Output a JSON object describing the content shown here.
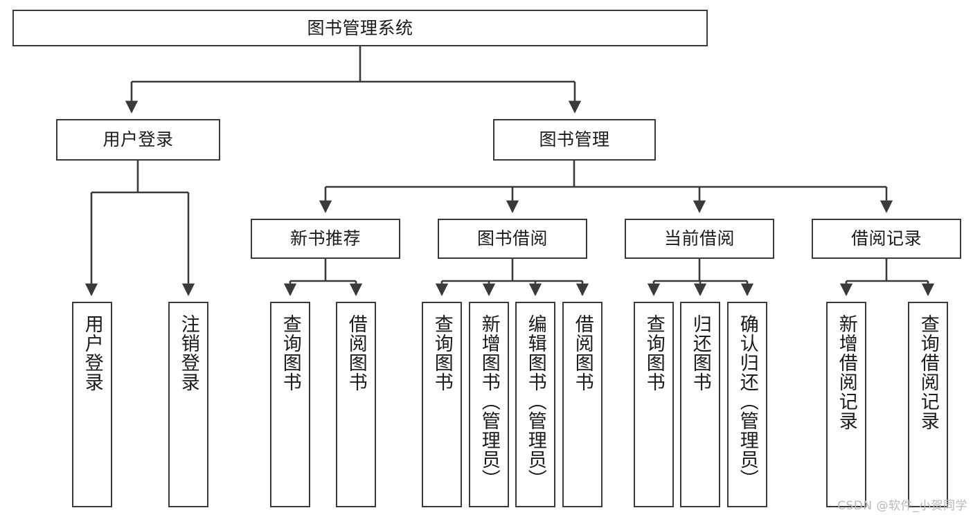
{
  "diagram": {
    "type": "tree-hierarchy",
    "title": "图书管理系统",
    "orientation": "top-down",
    "connector_color": "#3a3a3a",
    "box_border_color": "#3a3a3a",
    "box_fill_color": "#ffffff",
    "text_color": "#1a1a1a",
    "background_color": "#ffffff"
  },
  "watermark": {
    "text": "CSDN @软件_小贺同学",
    "color": "#b9b9b9"
  },
  "nodes": {
    "root": {
      "label": "图书管理系统",
      "level": 1
    },
    "l2": [
      {
        "id": "user-login",
        "label": "用户登录"
      },
      {
        "id": "book-manage",
        "label": "图书管理"
      }
    ],
    "l3": [
      {
        "id": "new-book-recommend",
        "label": "新书推荐"
      },
      {
        "id": "book-borrow",
        "label": "图书借阅"
      },
      {
        "id": "current-borrow",
        "label": "当前借阅"
      },
      {
        "id": "borrow-record",
        "label": "借阅记录"
      }
    ],
    "leaves": [
      {
        "id": "leaf-user-login",
        "label": "用户登录",
        "parent": "user-login"
      },
      {
        "id": "leaf-logout-login",
        "label": "注销登录",
        "parent": "user-login"
      },
      {
        "id": "leaf-query-book-1",
        "label": "查询图书",
        "parent": "new-book-recommend"
      },
      {
        "id": "leaf-borrow-book-1",
        "label": "借阅图书",
        "parent": "new-book-recommend"
      },
      {
        "id": "leaf-query-book-2",
        "label": "查询图书",
        "parent": "book-borrow"
      },
      {
        "id": "leaf-add-book",
        "label": "新增图书（管理员）",
        "parent": "book-borrow"
      },
      {
        "id": "leaf-edit-book",
        "label": "编辑图书（管理员）",
        "parent": "book-borrow"
      },
      {
        "id": "leaf-borrow-book-2",
        "label": "借阅图书",
        "parent": "book-borrow"
      },
      {
        "id": "leaf-query-book-3",
        "label": "查询图书",
        "parent": "current-borrow"
      },
      {
        "id": "leaf-return-book",
        "label": "归还图书",
        "parent": "current-borrow"
      },
      {
        "id": "leaf-confirm-return",
        "label": "确认归还（管理员）",
        "parent": "current-borrow"
      },
      {
        "id": "leaf-add-record",
        "label": "新增借阅记录",
        "parent": "borrow-record"
      },
      {
        "id": "leaf-query-record",
        "label": "查询借阅记录",
        "parent": "borrow-record"
      }
    ]
  }
}
